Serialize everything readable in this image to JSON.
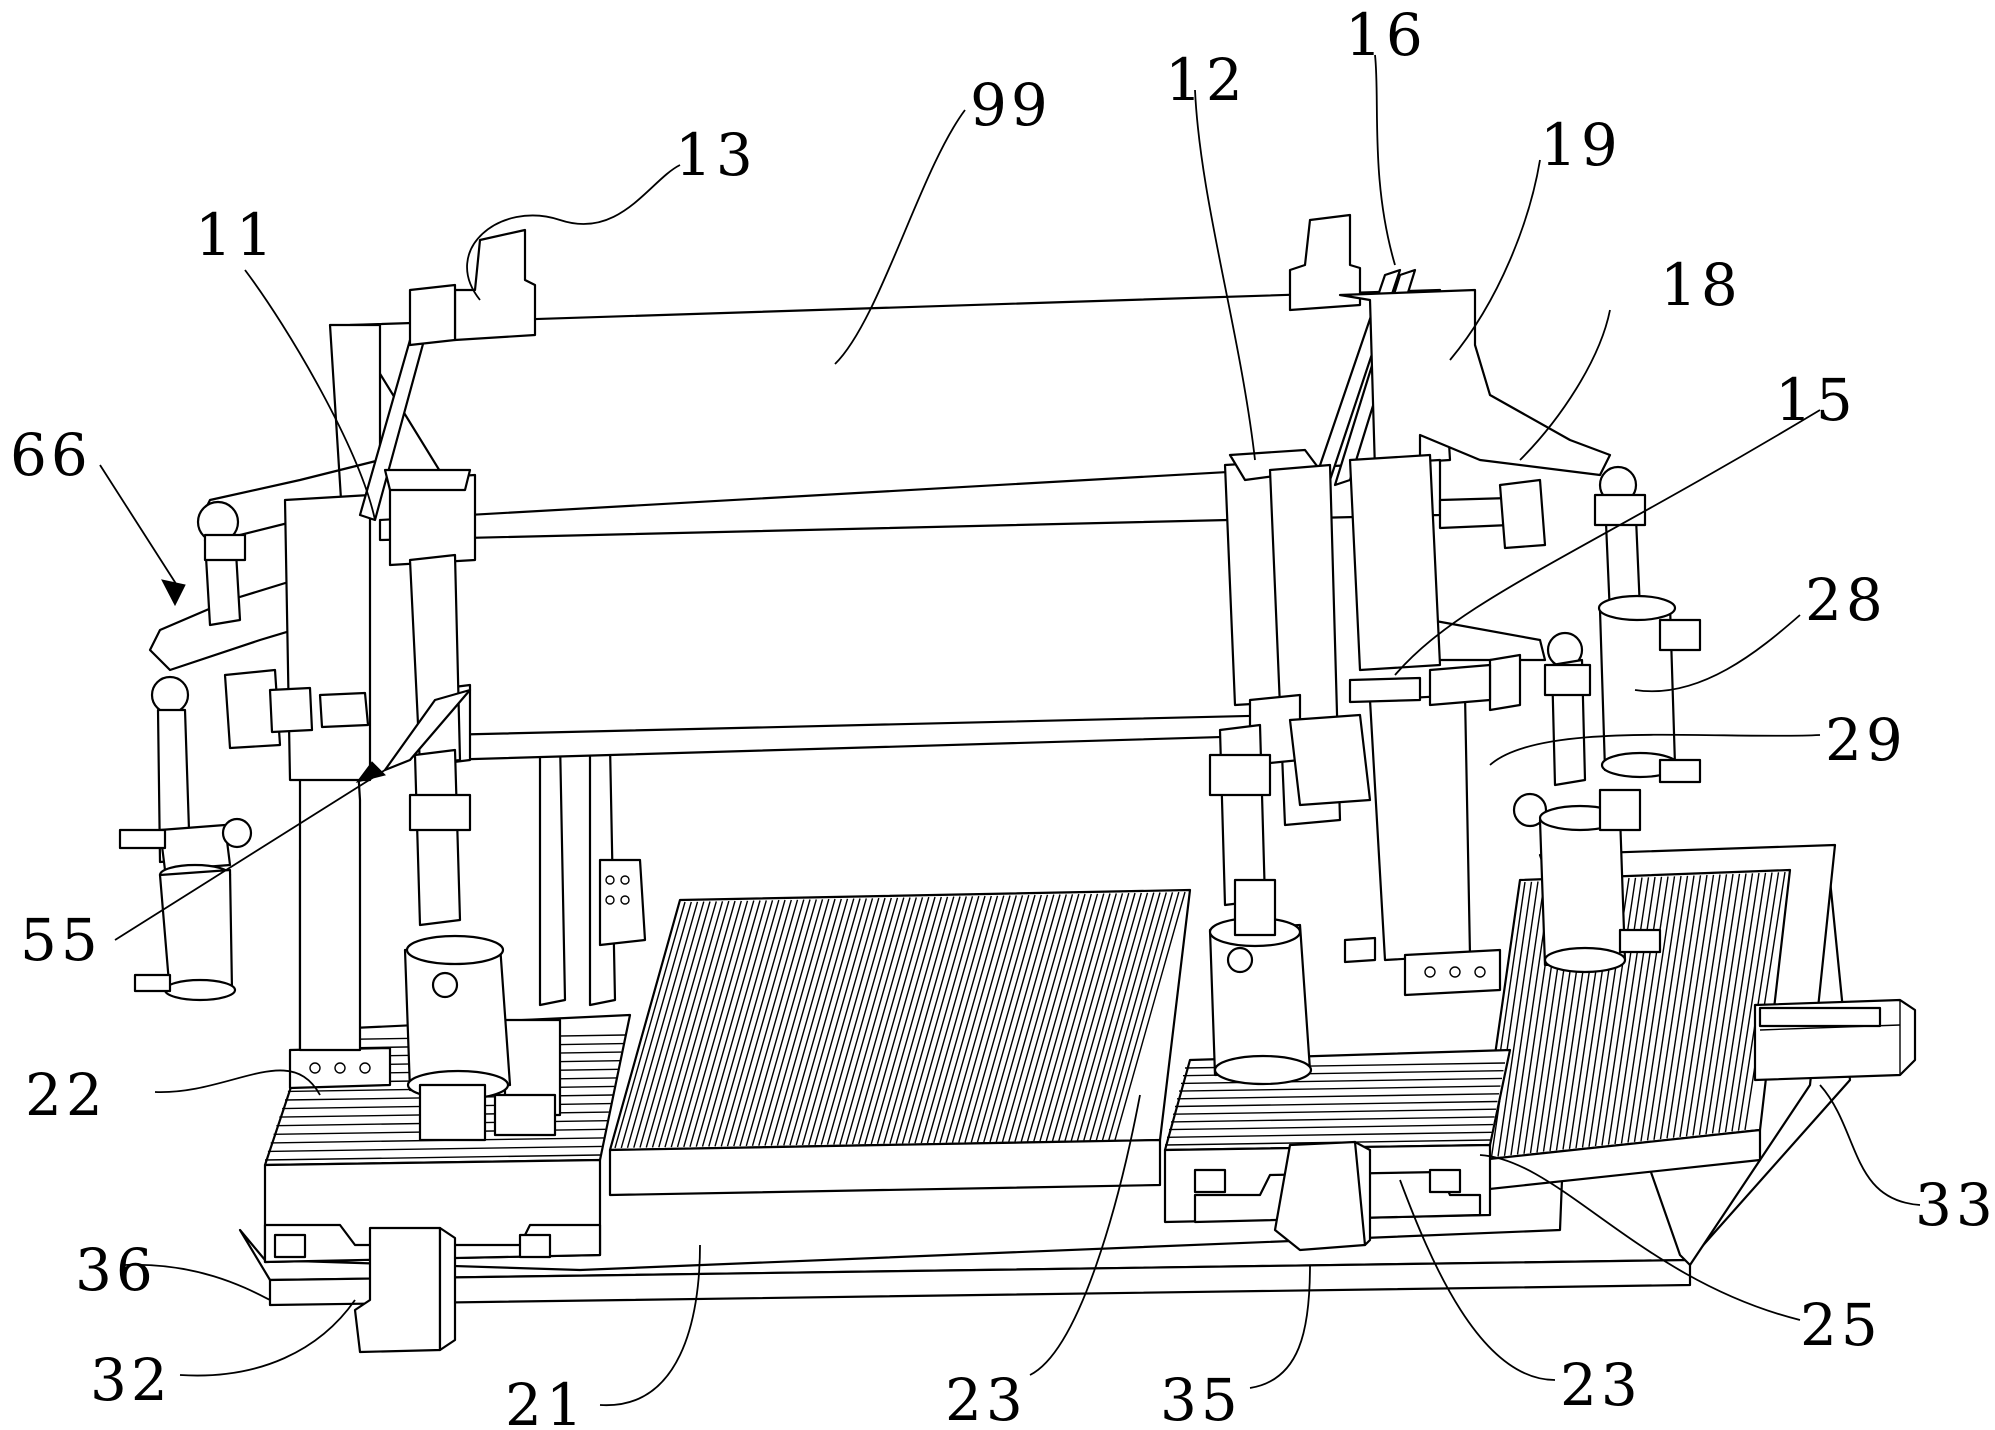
{
  "figure": {
    "labels": [
      {
        "id": "99",
        "text": "99"
      },
      {
        "id": "12",
        "text": "12"
      },
      {
        "id": "16",
        "text": "16"
      },
      {
        "id": "13",
        "text": "13"
      },
      {
        "id": "19",
        "text": "19"
      },
      {
        "id": "11",
        "text": "11"
      },
      {
        "id": "18",
        "text": "18"
      },
      {
        "id": "15",
        "text": "15"
      },
      {
        "id": "66",
        "text": "66"
      },
      {
        "id": "28",
        "text": "28"
      },
      {
        "id": "29",
        "text": "29"
      },
      {
        "id": "55",
        "text": "55"
      },
      {
        "id": "22",
        "text": "22"
      },
      {
        "id": "33",
        "text": "33"
      },
      {
        "id": "36",
        "text": "36"
      },
      {
        "id": "25",
        "text": "25"
      },
      {
        "id": "32",
        "text": "32"
      },
      {
        "id": "23a",
        "text": "23"
      },
      {
        "id": "23b",
        "text": "23"
      },
      {
        "id": "21",
        "text": "21"
      },
      {
        "id": "35",
        "text": "35"
      }
    ]
  }
}
